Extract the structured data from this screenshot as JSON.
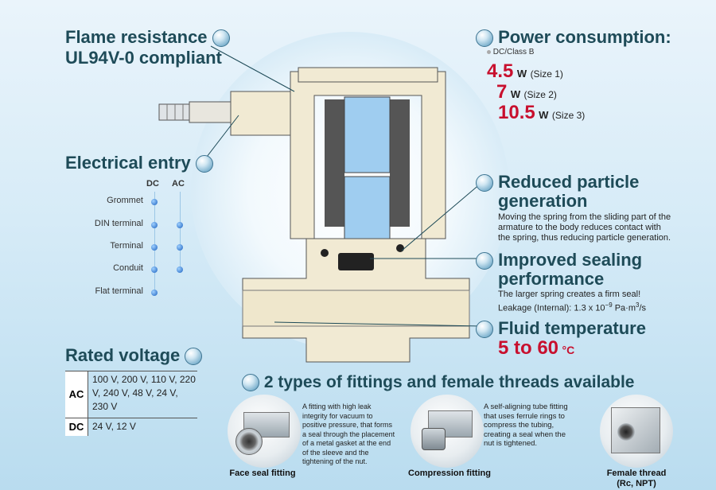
{
  "flame": {
    "line1": "Flame resistance",
    "line2": "UL94V-0 compliant"
  },
  "power": {
    "title": "Power consumption:",
    "note": "DC/Class B",
    "sizes": [
      {
        "value": "4.5",
        "unit": "W",
        "label": "(Size 1)"
      },
      {
        "value": "7",
        "unit": "W",
        "label": "(Size 2)"
      },
      {
        "value": "10.5",
        "unit": "W",
        "label": "(Size 3)"
      }
    ]
  },
  "electrical": {
    "title": "Electrical entry",
    "col_dc": "DC",
    "col_ac": "AC",
    "rows": [
      {
        "label": "Grommet",
        "dc": true,
        "ac": false
      },
      {
        "label": "DIN terminal",
        "dc": true,
        "ac": true
      },
      {
        "label": "Terminal",
        "dc": true,
        "ac": true
      },
      {
        "label": "Conduit",
        "dc": true,
        "ac": true
      },
      {
        "label": "Flat terminal",
        "dc": true,
        "ac": false
      }
    ]
  },
  "particle": {
    "title1": "Reduced particle",
    "title2": "generation",
    "desc1": "Moving the spring from the sliding part of the",
    "desc2": "armature to the body reduces contact with",
    "desc3": "the spring, thus reducing particle generation."
  },
  "sealing": {
    "title1": "Improved sealing",
    "title2": "performance",
    "desc1": "The larger spring creates a firm seal!",
    "desc2_prefix": "Leakage (Internal): 1.3 x 10",
    "desc2_exp": "−9",
    "desc2_unit": " Pa·m",
    "desc2_unit_exp": "3",
    "desc2_suffix": "/s"
  },
  "fluid": {
    "title": "Fluid temperature",
    "value": "5 to 60",
    "unit": "°C"
  },
  "rated": {
    "title": "Rated voltage",
    "ac_label": "AC",
    "ac_values": "100 V, 200 V, 110 V, 220 V, 240 V, 48 V, 24 V, 230 V",
    "dc_label": "DC",
    "dc_values": "24 V, 12 V"
  },
  "fittings": {
    "title": "2 types of fittings and female threads available",
    "face_seal": {
      "desc": "A fitting with high leak integrity for vacuum to positive pressure, that forms a seal through the placement of a metal gasket at the end of the sleeve and the tightening of the nut.",
      "caption": "Face seal fitting"
    },
    "compression": {
      "desc": "A self-aligning tube fitting that uses ferrule rings to compress the tubing, creating a seal when the nut is tightened.",
      "caption": "Compression fitting"
    },
    "female": {
      "caption1": "Female thread",
      "caption2": "(Rc, NPT)"
    }
  },
  "colors": {
    "heading": "#1e4b58",
    "accent_red": "#c8102e",
    "body_cream": "#f1ead3",
    "coil_blue": "#9fcdf0"
  }
}
